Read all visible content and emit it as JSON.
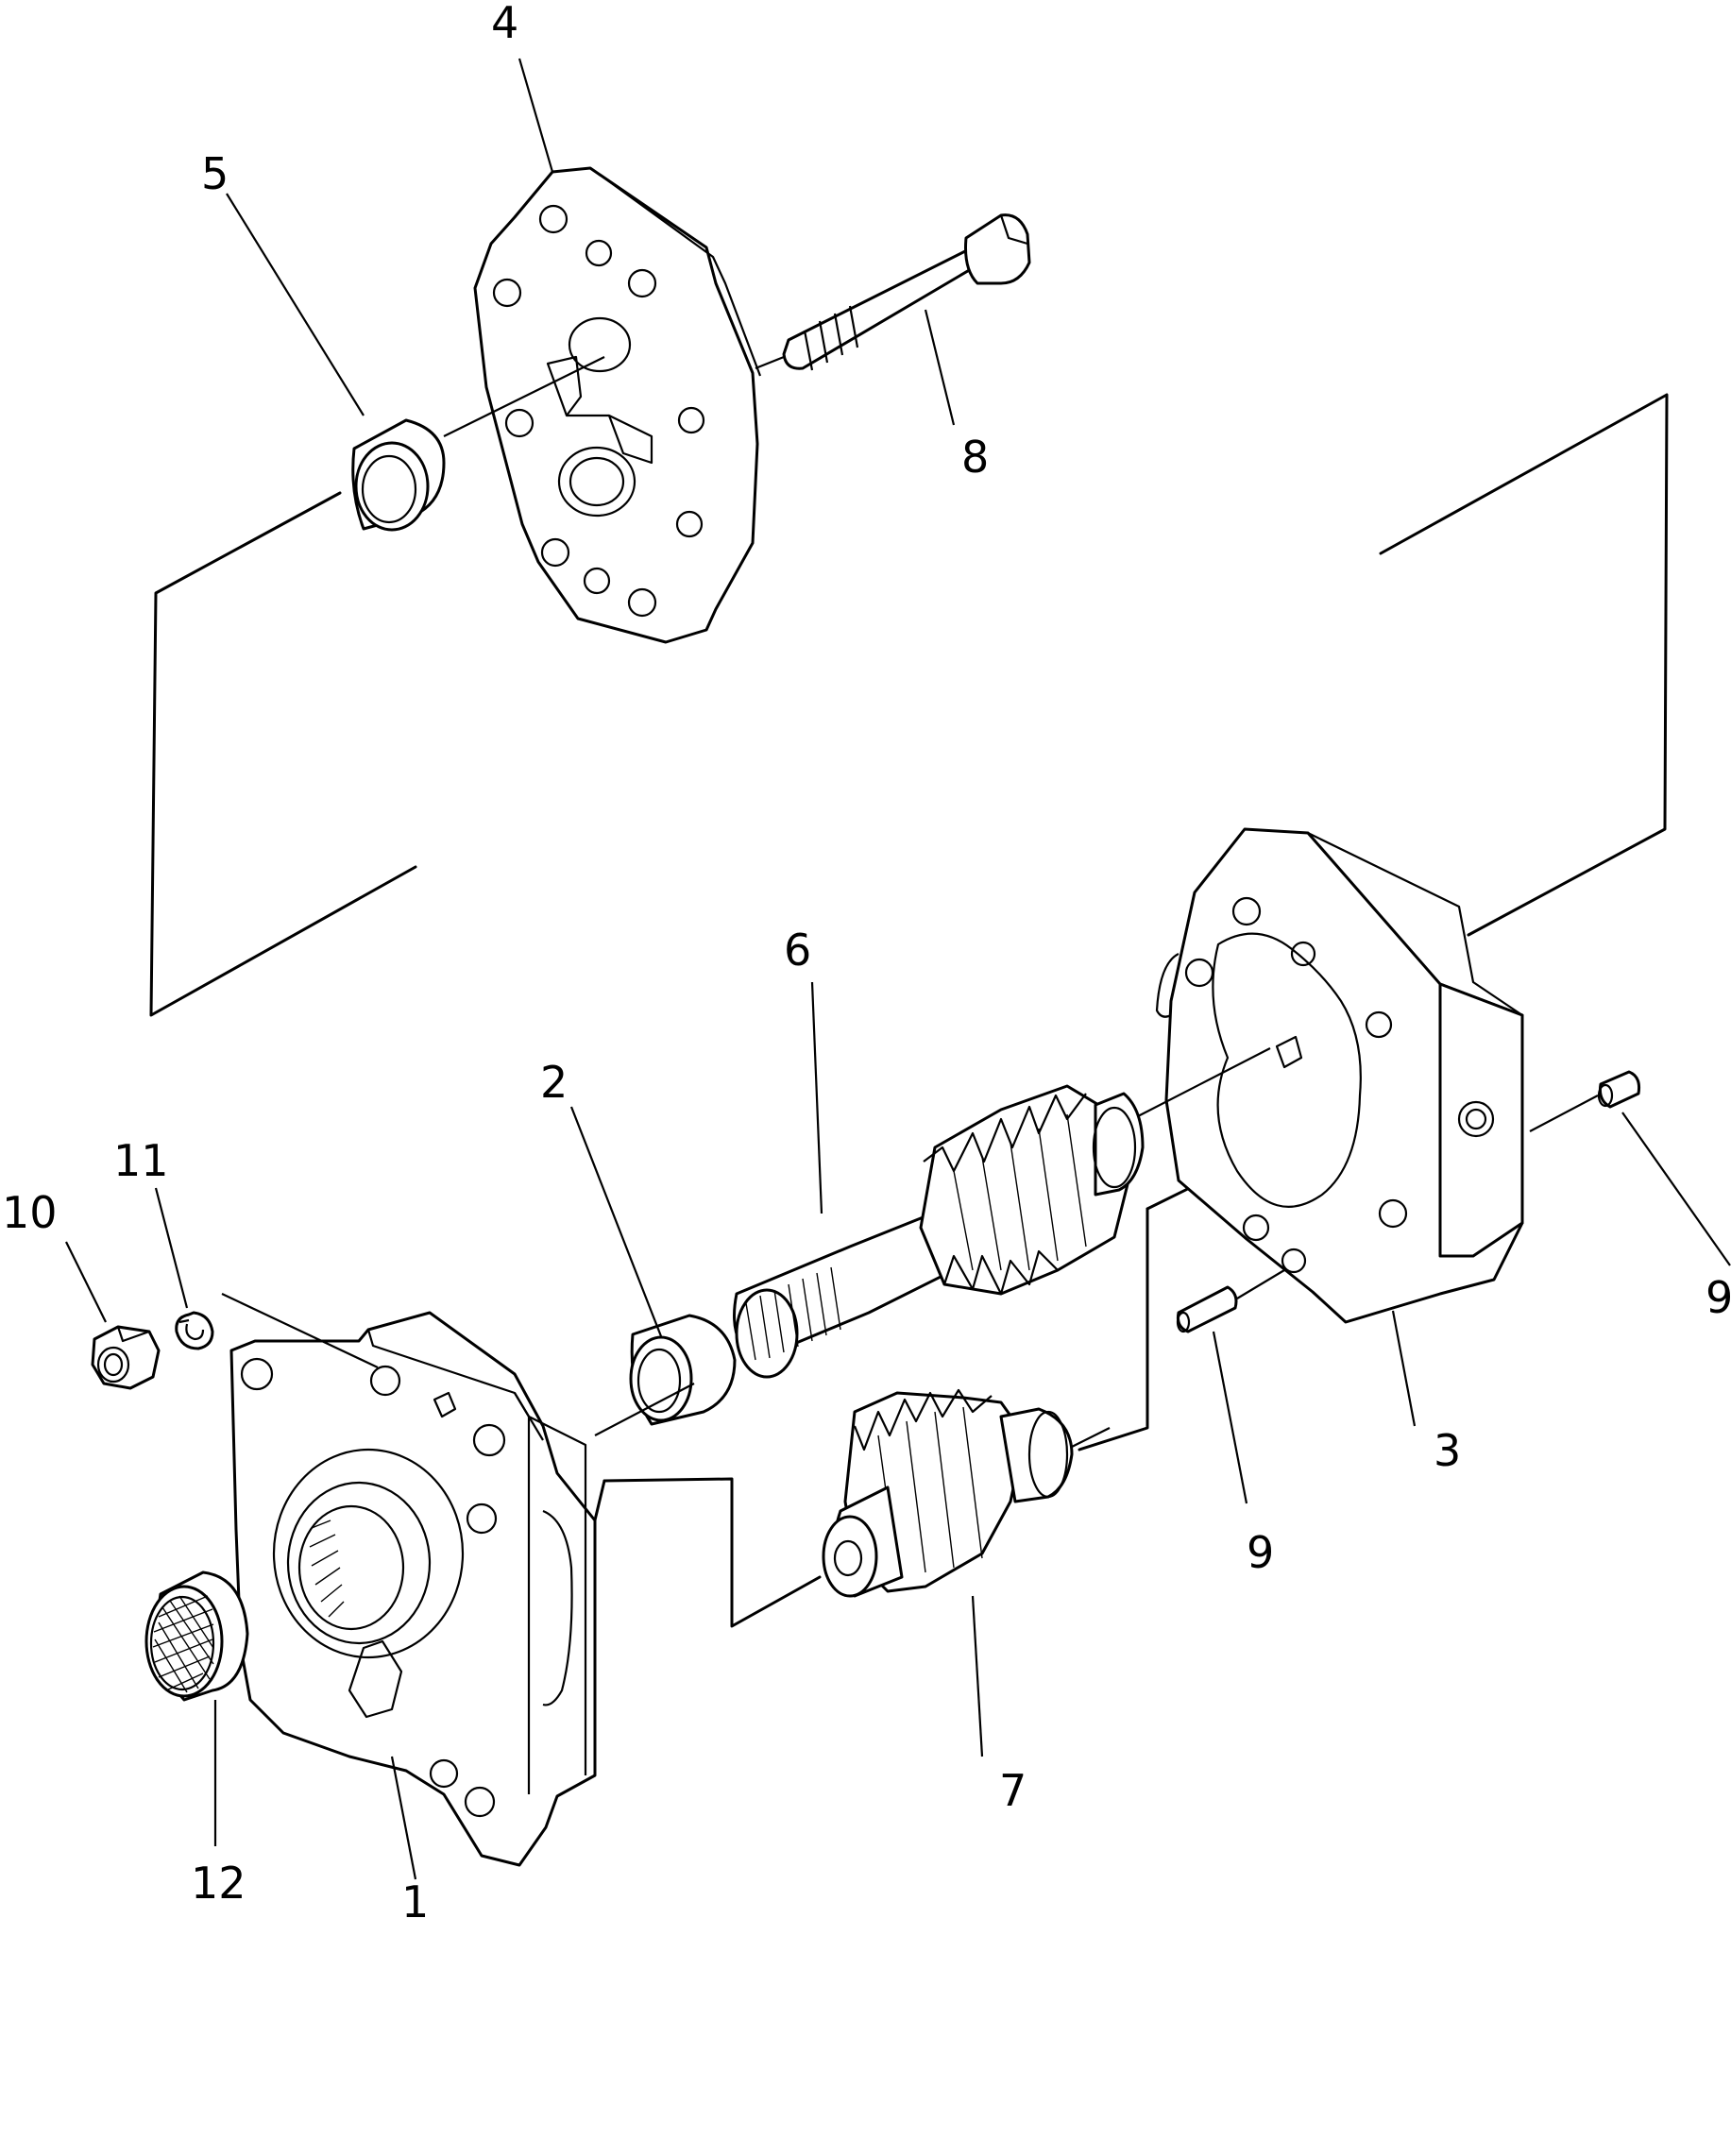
{
  "labels": {
    "p1": "1",
    "p2": "2",
    "p3": "3",
    "p4": "4",
    "p5": "5",
    "p6": "6",
    "p7": "7",
    "p8": "8",
    "p9a": "9",
    "p9b": "9",
    "p10": "10",
    "p11": "11",
    "p12": "12"
  }
}
